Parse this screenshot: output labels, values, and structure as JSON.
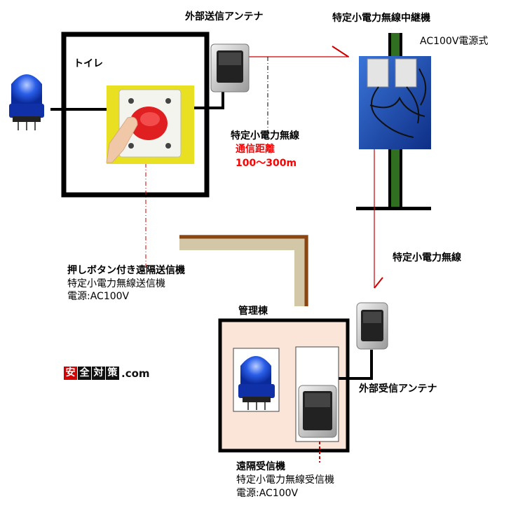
{
  "labels": {
    "outdoor_tx_antenna": "外部送信アンテナ",
    "repeater": "特定小電力無線中継機",
    "ac_power_type": "AC100V電源式",
    "toilet": "トイレ",
    "radio_1": "特定小電力無線",
    "comm_distance_title": "通信距離",
    "comm_distance_value": "100～300m",
    "radio_2": "特定小電力無線",
    "transmitter_name": "押しボタン付き遠隔送信機",
    "transmitter_type": "特定小電力無線送信機",
    "transmitter_power": "電源:AC100V",
    "admin_building": "管理棟",
    "outdoor_rx_antenna": "外部受信アンテナ",
    "receiver_name": "遠隔受信機",
    "receiver_type": "特定小電力無線受信機",
    "receiver_power": "電源:AC100V"
  },
  "logo": {
    "chars": [
      "安",
      "全",
      "対",
      "策"
    ],
    "suffix": ".com"
  },
  "colors": {
    "wall": "#000000",
    "link": "#cc0000",
    "admin_fill": "#fbe5d9",
    "path_fill": "#d2c8a8",
    "path_edge": "#8b4513",
    "pole": "#2f6f1f",
    "repeater_box": "#1e4da1",
    "button_panel": "#e8e020",
    "push_button": "#e02020",
    "beacon": "#1a4fd8"
  },
  "icons": {
    "beacon": "blue-rotating-beacon-icon",
    "antenna": "antenna-unit-icon",
    "push_button": "emergency-push-button-icon",
    "repeater": "repeater-unit-icon",
    "receiver": "receiver-unit-icon"
  }
}
